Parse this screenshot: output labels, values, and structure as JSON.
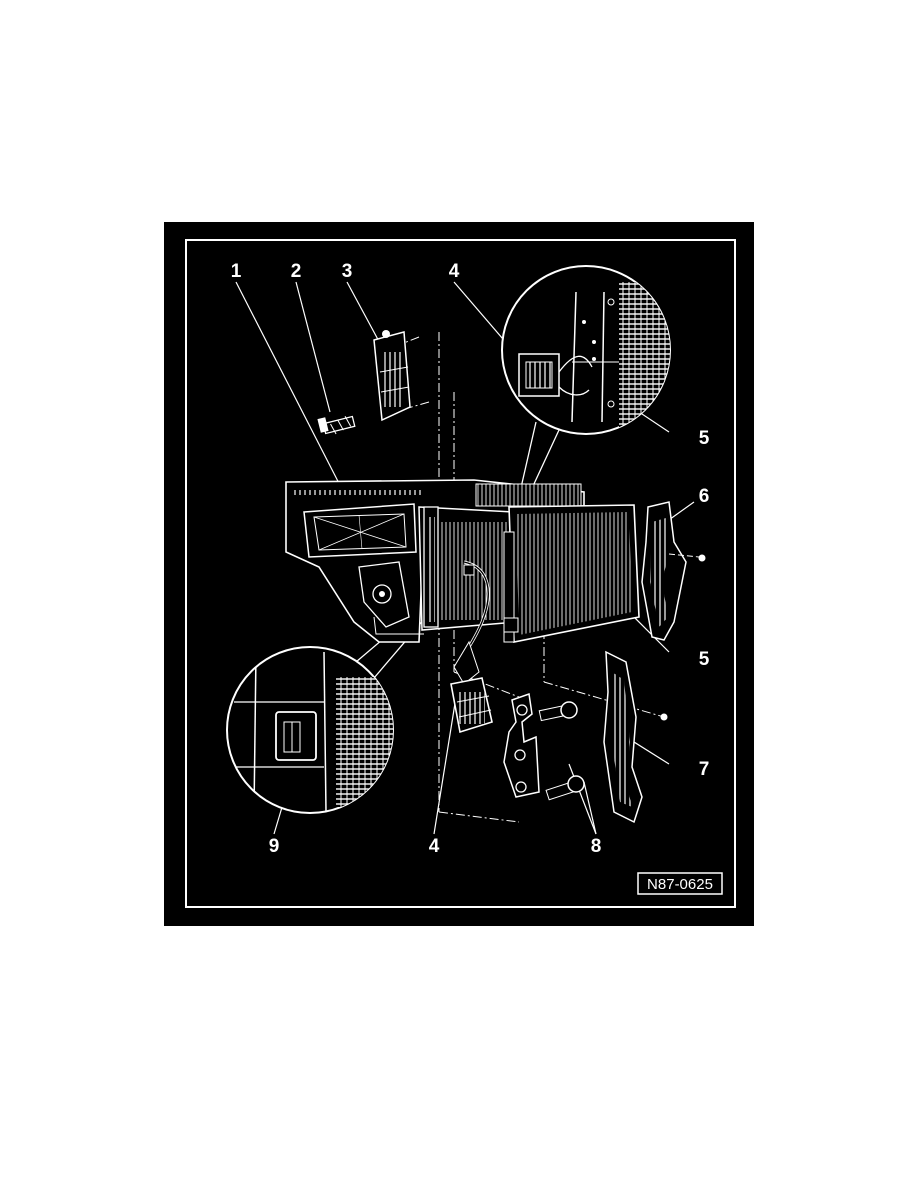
{
  "figure": {
    "id": "N87-0625",
    "callouts": {
      "c1": "1",
      "c2": "2",
      "c3": "3",
      "c4_top": "4",
      "c5_top": "5",
      "c6": "6",
      "c5_mid": "5",
      "c7": "7",
      "c9": "9",
      "c4_bottom": "4",
      "c8": "8"
    }
  },
  "colors": {
    "panel_background": "#000000",
    "line_art": "#ffffff",
    "page_background": "#ffffff"
  }
}
